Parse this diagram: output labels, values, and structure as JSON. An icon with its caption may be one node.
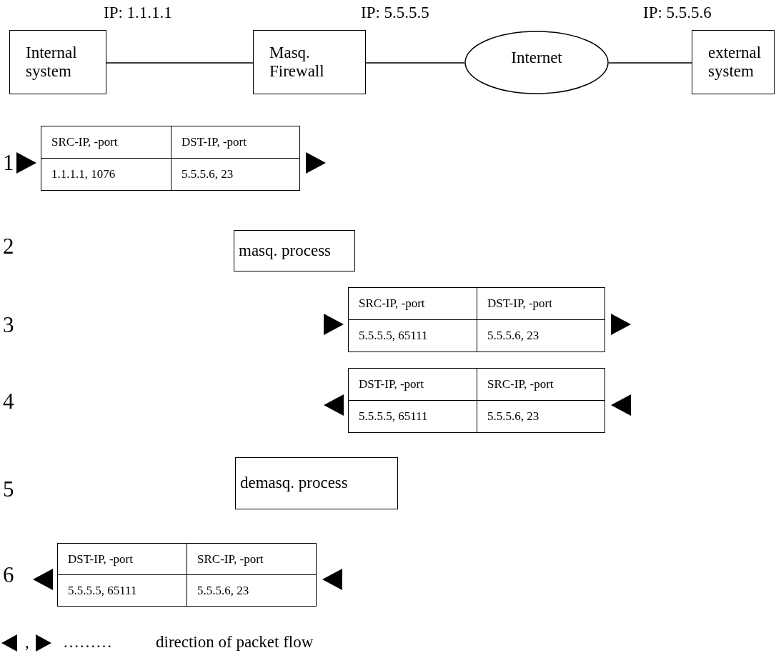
{
  "diagram": {
    "nodes": [
      {
        "text": [
          "Internal system"
        ],
        "beside": [
          "IP: 1.1.1.1"
        ]
      },
      {
        "text": [
          "Masq. Firewall"
        ],
        "beside": [
          "IP: 5.5.5.5"
        ]
      },
      {
        "text": [
          "Internet"
        ]
      },
      {
        "text": [
          "external system"
        ],
        "beside": [
          "IP: 5.5.5.6"
        ]
      },
      {
        "text": [
          "SRC-IP, -port",
          "DST-IP, -port",
          "1.1.1.1, 1076",
          "5.5.5.6, 23"
        ]
      },
      {
        "text": [
          "masq. process"
        ]
      },
      {
        "text": [
          "SRC-IP, -port",
          "DST-IP, -port",
          "5.5.5.5, 65111",
          "5.5.5.6, 23"
        ]
      },
      {
        "text": [
          "DST-IP, -port",
          "SRC-IP, -port",
          "5.5.5.5, 65111",
          "5.5.5.6, 23"
        ]
      },
      {
        "text": [
          "demasq. process"
        ]
      },
      {
        "text": [
          "DST-IP, -port",
          "SRC-IP, -port",
          "5.5.5.5, 65111",
          "5.5.5.6, 23"
        ]
      }
    ],
    "edges": [
      {
        "from": 0,
        "to": 1,
        "arrow": "none"
      },
      {
        "from": 1,
        "to": 2,
        "arrow": "none"
      },
      {
        "from": 2,
        "to": 3,
        "arrow": "none"
      }
    ],
    "labels": [
      "1",
      "2",
      "3",
      "4",
      "5",
      "6",
      ",",
      "………"
    ],
    "legend": [
      {
        "text": "direction of packet flow"
      }
    ]
  }
}
